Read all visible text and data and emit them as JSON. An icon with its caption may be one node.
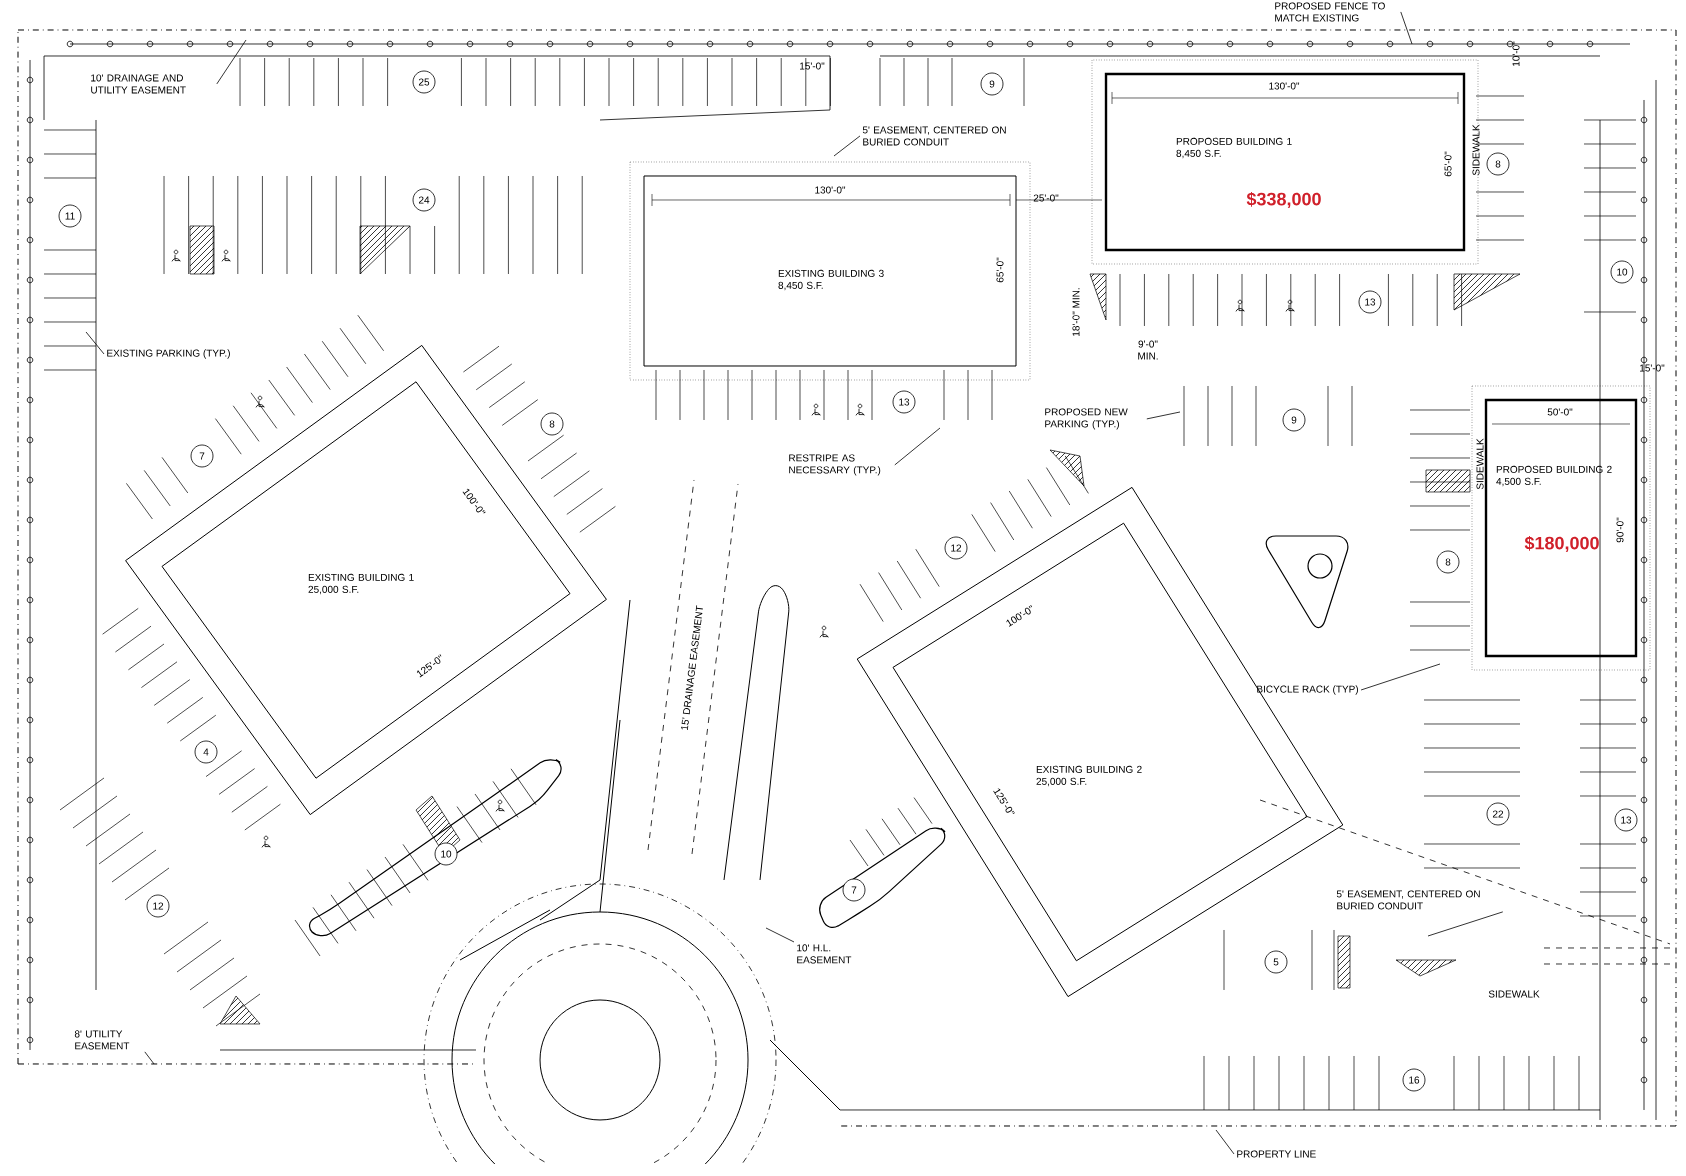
{
  "diagram": {
    "nodes": [
      {
        "text": [
          "EXISTING BUILDING 1 25,000 S.F."
        ]
      },
      {
        "text": [
          "EXISTING BUILDING 3 8,450 S.F."
        ]
      },
      {
        "text": [
          "PROPOSED BUILDING 1 8,450 S.F.",
          "$338,000"
        ]
      },
      {
        "text": [
          "PROPOSED BUILDING 2 4,500 S.F.",
          "$180,000"
        ]
      },
      {
        "text": [
          "EXISTING BUILDING 2 25,000 S.F."
        ]
      },
      {
        "text": [
          "25"
        ]
      },
      {
        "text": [
          "9"
        ]
      },
      {
        "text": [
          "8"
        ]
      },
      {
        "text": [
          "24"
        ]
      },
      {
        "text": [
          "11"
        ]
      },
      {
        "text": [
          "10"
        ]
      },
      {
        "text": [
          "13"
        ]
      },
      {
        "text": [
          "13"
        ]
      },
      {
        "text": [
          "9"
        ]
      },
      {
        "text": [
          "8"
        ]
      },
      {
        "text": [
          "7"
        ]
      },
      {
        "text": [
          "12"
        ]
      },
      {
        "text": [
          "8"
        ]
      },
      {
        "text": [
          "4"
        ]
      },
      {
        "text": [
          "22"
        ]
      },
      {
        "text": [
          "13"
        ]
      },
      {
        "text": [
          "10"
        ]
      },
      {
        "text": [
          "7"
        ]
      },
      {
        "text": [
          "12"
        ]
      },
      {
        "text": [
          "5"
        ]
      },
      {
        "text": [
          "16"
        ]
      },
      {
        "text": [
          "PROPOSED FENCE TO MATCH EXISTING"
        ]
      },
      {
        "text": [
          "10' DRAINAGE AND UTILITY EASEMENT"
        ]
      },
      {
        "text": [
          "5' EASEMENT, CENTERED ON BURIED CONDUIT"
        ]
      },
      {
        "text": [
          "EXISTING PARKING (TYP.)"
        ]
      },
      {
        "text": [
          "PROPOSED NEW PARKING (TYP.)"
        ]
      },
      {
        "text": [
          "RESTRIPE AS NECESSARY (TYP.)"
        ]
      },
      {
        "text": [
          "BICYCLE RACK (TYP)"
        ]
      },
      {
        "text": [
          "5' EASEMENT, CENTERED ON BURIED CONDUIT"
        ]
      },
      {
        "text": [
          "10' H.L. EASEMENT"
        ]
      },
      {
        "text": [
          "8' UTILITY EASEMENT"
        ]
      },
      {
        "text": [
          "PROPERTY LINE"
        ]
      }
    ],
    "edges": [
      {
        "from": 26,
        "to": null,
        "arrow": "none"
      },
      {
        "from": 27,
        "to": null,
        "arrow": "none"
      },
      {
        "from": 28,
        "to": null,
        "arrow": "none"
      },
      {
        "from": 29,
        "to": null,
        "arrow": "none"
      },
      {
        "from": 30,
        "to": null,
        "arrow": "none"
      },
      {
        "from": 31,
        "to": null,
        "arrow": "none"
      },
      {
        "from": 32,
        "to": null,
        "arrow": "none"
      },
      {
        "from": 33,
        "to": null,
        "arrow": "none"
      },
      {
        "from": 34,
        "to": null,
        "arrow": "none"
      },
      {
        "from": 35,
        "to": null,
        "arrow": "none"
      },
      {
        "from": 36,
        "to": null,
        "arrow": "none"
      }
    ],
    "labels": [
      "15'-0\"",
      "130'-0\"",
      "65'-0\"",
      "25'-0\"",
      "130'-0\"",
      "65'-0\"",
      "SIDEWALK",
      "18'-0\" MIN.",
      "9'-0\" MIN.",
      "10'-0\"",
      "15'-0\"",
      "100'-0\"",
      "125'-0\"",
      "50'-0\"",
      "90'-0\"",
      "SIDEWALK",
      "15' DRAINAGE EASEMENT",
      "100'-0\"",
      "125'-0\"",
      "SIDEWALK"
    ]
  }
}
